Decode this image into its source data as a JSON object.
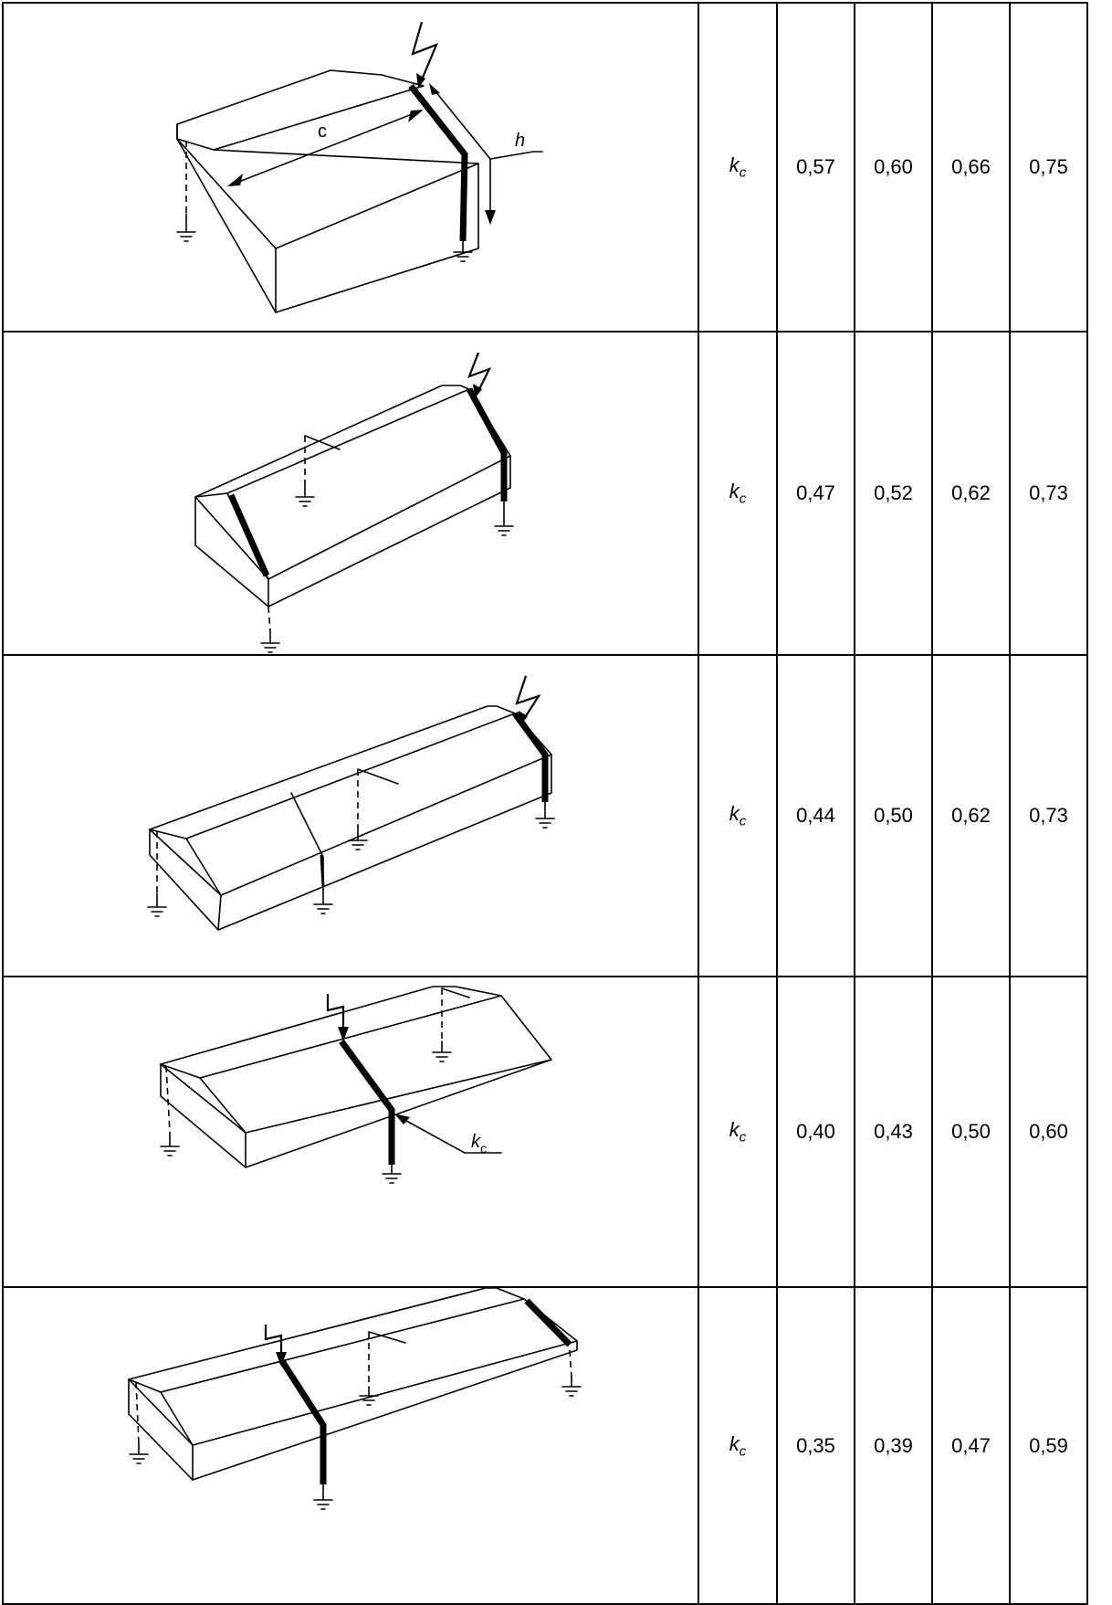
{
  "symbol": {
    "main": "k",
    "sub": "c"
  },
  "figure_labels": {
    "c": "c",
    "h": "h",
    "kc_main": "k",
    "kc_sub": "c"
  },
  "rows": [
    {
      "values": [
        "0,57",
        "0,60",
        "0,66",
        "0,75"
      ]
    },
    {
      "values": [
        "0,47",
        "0,52",
        "0,62",
        "0,73"
      ]
    },
    {
      "values": [
        "0,44",
        "0,50",
        "0,62",
        "0,73"
      ]
    },
    {
      "values": [
        "0,40",
        "0,43",
        "0,50",
        "0,60"
      ]
    },
    {
      "values": [
        "0,35",
        "0,39",
        "0,47",
        "0,59"
      ]
    }
  ]
}
